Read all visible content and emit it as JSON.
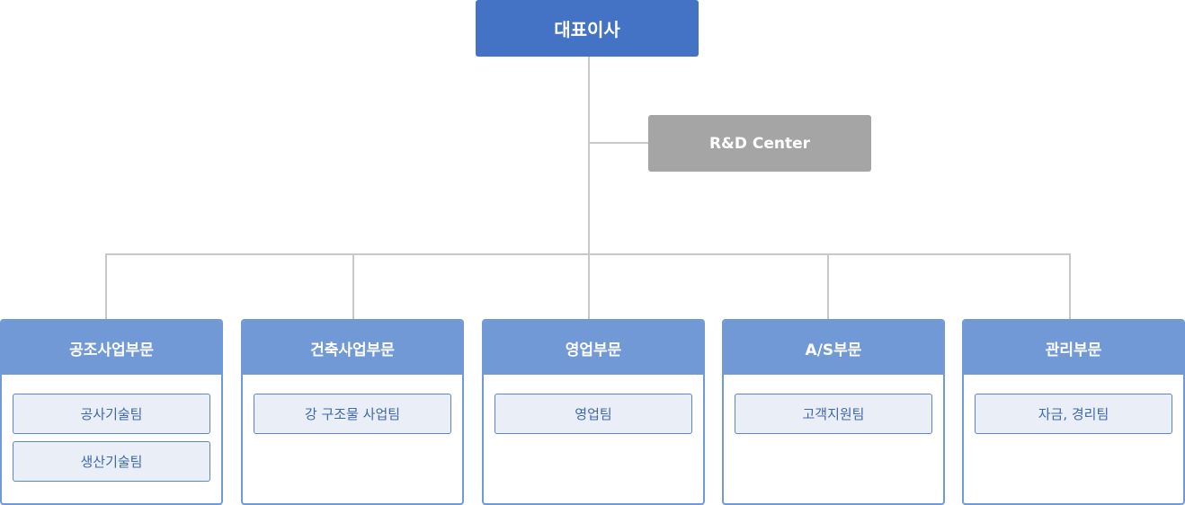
{
  "ceo": {
    "label": "대표이사"
  },
  "rnd": {
    "label": "R&D Center"
  },
  "departments": [
    {
      "name": "공조사업부문",
      "teams": [
        "공사기술팀",
        "생산기술팀"
      ]
    },
    {
      "name": "건축사업부문",
      "teams": [
        "강 구조물 사업팀"
      ]
    },
    {
      "name": "영업부문",
      "teams": [
        "영업팀"
      ]
    },
    {
      "name": "A/S부문",
      "teams": [
        "고객지원팀"
      ]
    },
    {
      "name": "관리부문",
      "teams": [
        "자금, 경리팀"
      ]
    }
  ],
  "colors": {
    "ceo": "#4472c4",
    "rnd": "#a5a5a5",
    "department_header": "#7099d6",
    "team_bg": "#eaeef7",
    "team_text": "#3f68ad",
    "connector": "#c8c8c8"
  }
}
